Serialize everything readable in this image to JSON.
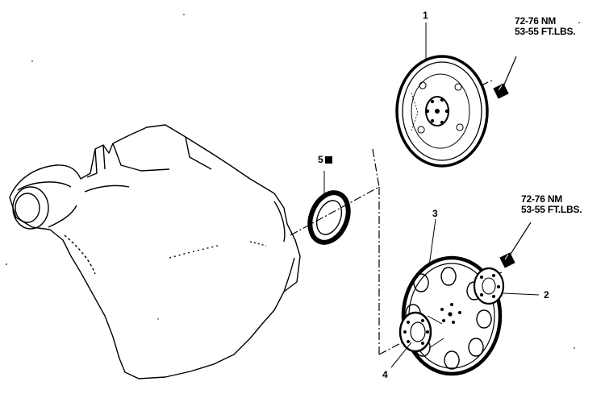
{
  "labels": {
    "part1": "1",
    "part2": "2",
    "part3": "3",
    "part4": "4",
    "part5": "5"
  },
  "torque_top": {
    "line1": "72-76 NM",
    "line2": "53-55 FT.LBS."
  },
  "torque_bottom": {
    "line1": "72-76 NM",
    "line2": "53-55 FT.LBS."
  },
  "colors": {
    "ink": "#000000",
    "background": "#ffffff"
  }
}
